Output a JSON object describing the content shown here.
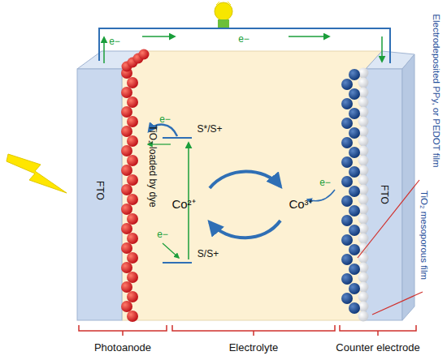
{
  "diagram": {
    "labels": [
      "e−",
      "e−",
      "S*/S+",
      "e−",
      "Co²⁺",
      "Co³⁺",
      "e−",
      "S/S+",
      "e−",
      "FTO",
      "TiO₂ loaded by dye",
      "FTO",
      "Electrodeposited PPy, or PEDOT film",
      "TiO₂ mesoporous film",
      "Photoanode",
      "Electrolyte",
      "Counter electrode"
    ]
  }
}
